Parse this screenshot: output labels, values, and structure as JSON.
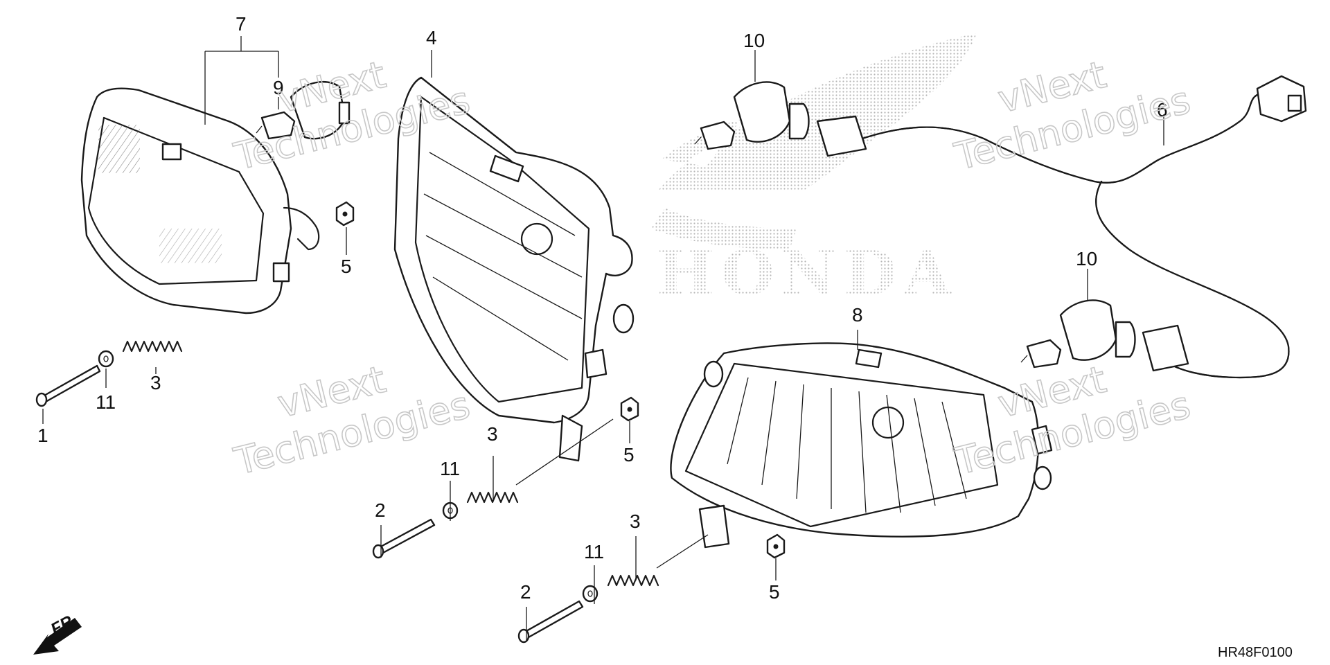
{
  "brand": {
    "text": "HONDA",
    "color": "#b9b9b9"
  },
  "watermark": {
    "line1": "vNext",
    "line2": "Technologies",
    "color": "#c8c8c8"
  },
  "diagram_code": "HR48F0100",
  "front_indicator": {
    "text": "FR.",
    "icon": "arrow-down-left-icon"
  },
  "callouts": {
    "c1": "1",
    "c2a": "2",
    "c2b": "2",
    "c3a": "3",
    "c3b": "3",
    "c3c": "3",
    "c4": "4",
    "c5a": "5",
    "c5b": "5",
    "c5c": "5",
    "c6": "6",
    "c7": "7",
    "c8": "8",
    "c9": "9",
    "c10a": "10",
    "c10b": "10",
    "c11a": "11",
    "c11b": "11",
    "c11c": "11"
  }
}
